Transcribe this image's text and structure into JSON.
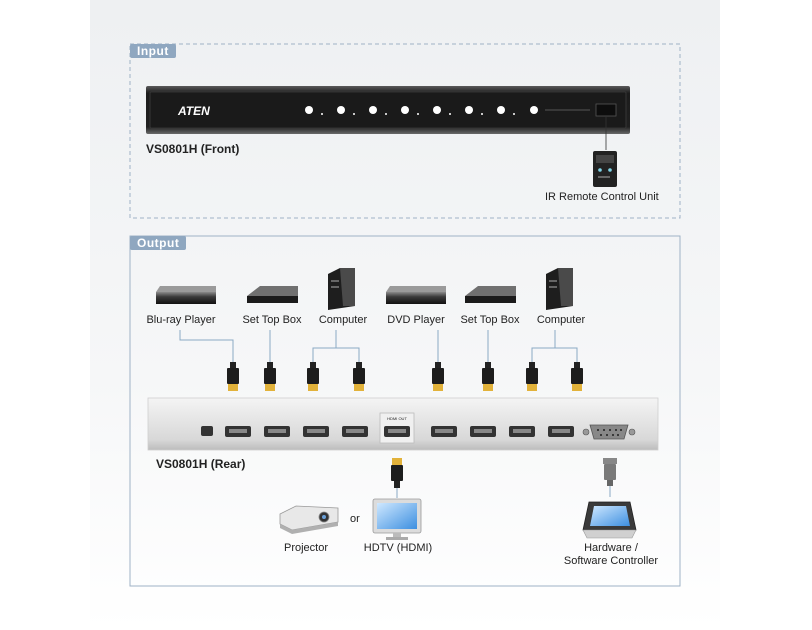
{
  "input_section": {
    "tag": "Input",
    "front_label": "VS0801H (Front)",
    "remote_label": "IR Remote Control Unit",
    "logo": "ATEN"
  },
  "output_section": {
    "tag": "Output",
    "rear_label": "VS0801H (Rear)",
    "hdmi_out_label": "HDMI OUT",
    "sources": [
      "Blu-ray Player",
      "Set Top Box",
      "Computer",
      "DVD Player",
      "Set Top Box",
      "Computer"
    ],
    "projector_label": "Projector",
    "or_label": "or",
    "hdtv_label": "HDTV (HDMI)",
    "controller_label_1": "Hardware /",
    "controller_label_2": "Software Controller"
  },
  "colors": {
    "tag": "#8fa7c0",
    "frame": "#9fb2c6",
    "device": "#2a2a2a",
    "connector_tip": "#e2b23a"
  }
}
